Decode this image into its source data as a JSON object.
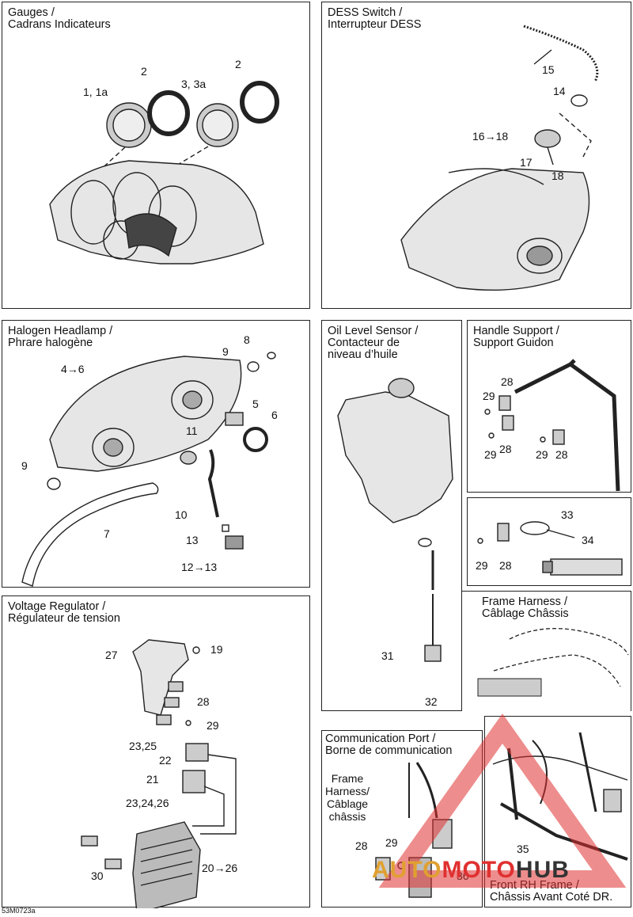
{
  "panels": {
    "gauges": {
      "title": "Gauges /\nCadrans Indicateurs",
      "labels": [
        "1, 1a",
        "2",
        "3, 3a",
        "2"
      ]
    },
    "dess": {
      "title": "DESS Switch /\nInterrupteur DESS",
      "labels": [
        "15",
        "14",
        "16→18",
        "17",
        "18"
      ]
    },
    "headlamp": {
      "title": "Halogen Headlamp /\nPhrare halogène",
      "labels": [
        "4→6",
        "9",
        "8",
        "5",
        "6",
        "11",
        "9",
        "10",
        "7",
        "13",
        "12→13"
      ]
    },
    "oil": {
      "title": "Oil Level Sensor /\nContacteur de\nniveau d’huile",
      "labels": [
        "31",
        "32"
      ]
    },
    "handle": {
      "title": "Handle Support /\nSupport Guidon",
      "labels": [
        "28",
        "29",
        "29",
        "28",
        "29",
        "28"
      ]
    },
    "ties": {
      "labels": [
        "33",
        "34",
        "29",
        "28"
      ]
    },
    "frame_harness": {
      "title": "Frame Harness /\nCâblage Châssis"
    },
    "voltage": {
      "title": "Voltage Regulator /\nRégulateur de tension",
      "labels": [
        "27",
        "19",
        "28",
        "29",
        "23,25",
        "22",
        "21",
        "23,24,26",
        "20→26",
        "30"
      ]
    },
    "comm": {
      "title": "Communication Port /\nBorne de communication",
      "harness_label": "Frame\nHarness/\nCâblage\nchâssis",
      "labels": [
        "28",
        "29",
        "36"
      ]
    },
    "front_frame": {
      "title": "Front RH Frame  /\nChâssis Avant Coté DR.",
      "labels": [
        "35"
      ]
    }
  },
  "doc_code": "53M0723a",
  "watermark": {
    "text_a": "AUTO",
    "text_b": "MOTO",
    "text_c": "HUB",
    "color_red": "#e03030",
    "color_dark": "#333333"
  }
}
